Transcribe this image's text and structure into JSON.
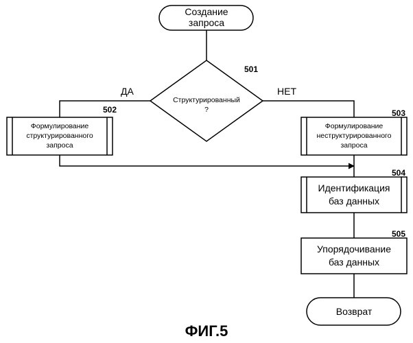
{
  "nodes": {
    "start": {
      "lines": [
        "Создание",
        "запроса"
      ]
    },
    "decision": {
      "number": "501",
      "lines": [
        "Структурированный",
        "?"
      ]
    },
    "structured": {
      "number": "502",
      "lines": [
        "Формулирование",
        "структурированного",
        "запроса"
      ]
    },
    "unstructured": {
      "number": "503",
      "lines": [
        "Формулирование",
        "неструктурированного",
        "запроса"
      ]
    },
    "identify": {
      "number": "504",
      "lines": [
        "Идентификация",
        "баз данных"
      ]
    },
    "order": {
      "number": "505",
      "lines": [
        "Упорядочивание",
        "баз данных"
      ]
    },
    "end": {
      "lines": [
        "Возврат"
      ]
    }
  },
  "branches": {
    "yes": "ДА",
    "no": "НЕТ"
  },
  "figure_caption": "ФИГ.5"
}
